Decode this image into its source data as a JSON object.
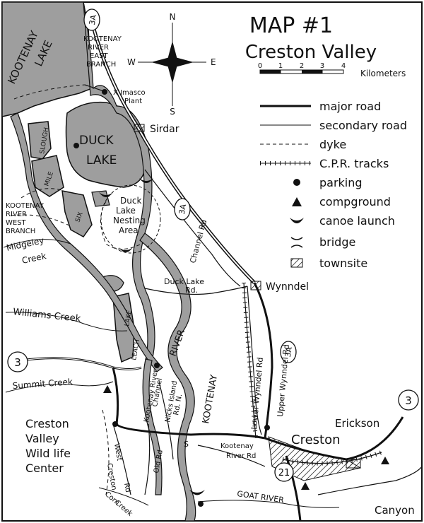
{
  "title": {
    "line1": "MAP #1",
    "line2": "Creston Valley"
  },
  "compass": {
    "n": "N",
    "s": "S",
    "e": "E",
    "w": "W"
  },
  "scale": {
    "ticks": [
      "0",
      "1",
      "2",
      "3",
      "4"
    ],
    "unit": "Kilometers"
  },
  "legend": {
    "items": [
      {
        "label": "major road",
        "symbol": "major-road"
      },
      {
        "label": "secondary road",
        "symbol": "secondary-road"
      },
      {
        "label": "dyke",
        "symbol": "dyke"
      },
      {
        "label": "C.P.R. tracks",
        "symbol": "rail"
      },
      {
        "label": "parking",
        "symbol": "dot"
      },
      {
        "label": "compground",
        "symbol": "triangle"
      },
      {
        "label": "canoe launch",
        "symbol": "crescent"
      },
      {
        "label": "bridge",
        "symbol": "bridge"
      },
      {
        "label": "townsite",
        "symbol": "hatch"
      }
    ]
  },
  "labels": {
    "kootenay_lake_1": "KOOTENAY",
    "kootenay_lake_2": "LAKE",
    "east_branch_1": "KOOTENAY",
    "east_branch_2": "RIVER",
    "east_branch_3": "EAST",
    "east_branch_4": "BRANCH",
    "imasco_1": "X Imasco",
    "imasco_2": "Plant",
    "sidar": "Sirdar",
    "duck_lake_1": "DUCK",
    "duck_lake_2": "LAKE",
    "slough": "SLOUGH",
    "mile": "MILE",
    "six": "SIX",
    "nesting_1": "Duck",
    "nesting_2": "Lake",
    "nesting_3": "Nesting",
    "nesting_4": "Area",
    "west_branch_1": "KOOTENAY",
    "west_branch_2": "RIVER",
    "west_branch_3": "WEST",
    "west_branch_4": "BRANCH",
    "midgeley_1": "Midgeley",
    "midgeley_2": "Creek",
    "channel_rd": "Channel Rd",
    "duck_lake_rd_1": "Duck Lake",
    "duck_lake_rd_2": "Rd.",
    "wynndel": "Wynndel",
    "williams_creek": "Williams Creek",
    "lake": "LAKE",
    "leach": "LEACH",
    "river_word": "RIVER",
    "kootenay_word": "KOOTENAY",
    "lower_wynndel": "Lower Wynndel Rd",
    "upper_wynndel": "Upper Wynndel Rd",
    "summit_creek": "Summit Creek",
    "k_river_channel_1": "Kootenay River",
    "k_river_channel_2": "Channel",
    "nicks_island_1": "Nicks Island",
    "nicks_island_2": "Rd. N.",
    "old_rd": "Old Rd",
    "s_label": "S",
    "creston": "Creston",
    "erickson": "Erickson",
    "kootenay_river_rd_1": "Kootenay",
    "kootenay_river_rd_2": "River Rd",
    "cvwc_1": "Creston",
    "cvwc_2": "Valley",
    "cvwc_3": "Wild life",
    "cvwc_4": "Center",
    "west_creston_1": "West",
    "west_creston_2": "Creston",
    "west_creston_3": "Rd",
    "corn_creek_1": "Corn",
    "corn_creek_2": "Creek",
    "goat_river": "GOAT RIVER",
    "canyon": "Canyon"
  },
  "route_shields": {
    "hwy3a_top": "3A",
    "hwy3a_mid": "3A",
    "hwy3a_east": "3A",
    "hwy3_west": "3",
    "hwy3_east": "3",
    "hwy21": "21"
  },
  "colors": {
    "water": "#9e9e9e",
    "ink": "#111111",
    "paper": "#ffffff"
  }
}
